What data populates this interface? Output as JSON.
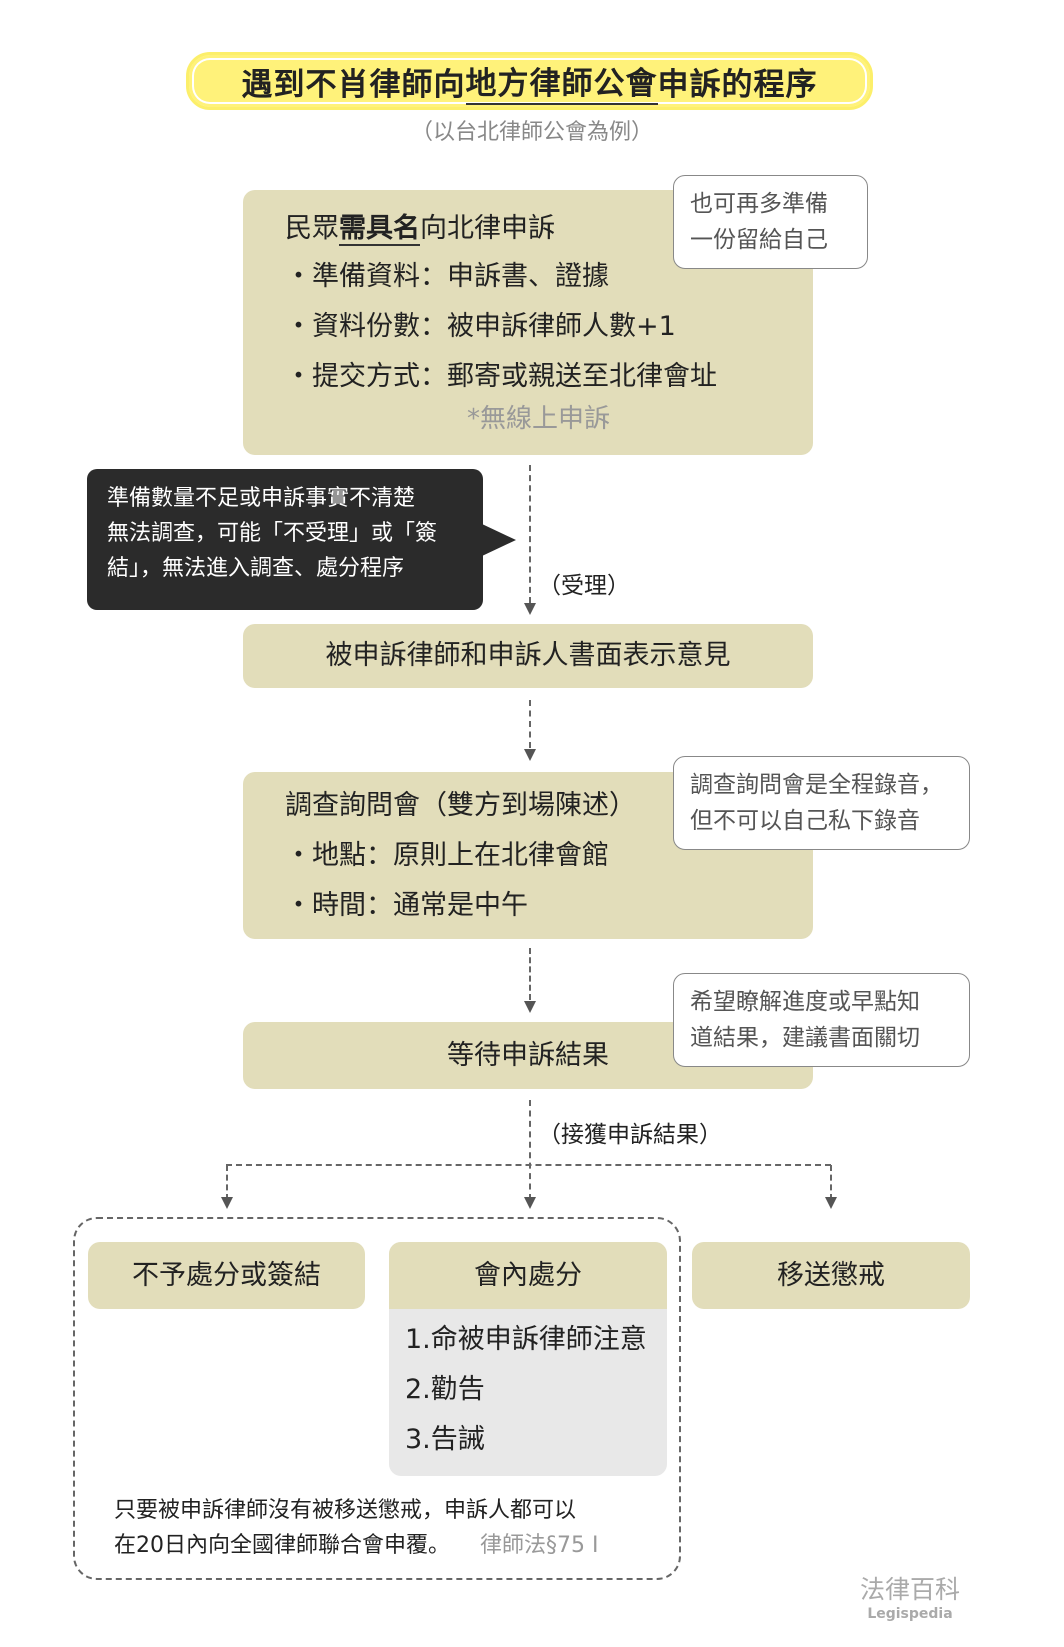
{
  "title": {
    "part1": "遇到不肖律師向",
    "part2": "地方律師公會",
    "part3": "申訴的程序"
  },
  "subtitle": "（以台北律師公會為例）",
  "step1": {
    "lead1": "民眾",
    "lead_emph": "需具名",
    "lead2": "向北律申訴",
    "items": [
      "・準備資料：申訴書、證據",
      "・資料份數：被申訴律師人數+1",
      "・提交方式：郵寄或親送至北律會址"
    ],
    "note": "*無線上申訴"
  },
  "bubble1": [
    "也可再多準備",
    "一份留給自己"
  ],
  "warning": [
    "準備數量不足或申訴事實不清楚",
    "無法調查，可能「不受理」或「簽",
    "結」，無法進入調查、處分程序"
  ],
  "accepted_label": "（受理）",
  "step2": "被申訴律師和申訴人書面表示意見",
  "step3": {
    "title": "調查詢問會（雙方到場陳述）",
    "items": [
      "・地點：原則上在北律會館",
      "・時間：通常是中午"
    ]
  },
  "bubble2": [
    "調查詢問會是全程錄音，",
    "但不可以自己私下錄音"
  ],
  "step4": "等待申訴結果",
  "bubble3": [
    "希望瞭解進度或早點知",
    "道結果，建議書面關切"
  ],
  "result_label": "（接獲申訴結果）",
  "outcomes": [
    {
      "label": "不予處分或簽結"
    },
    {
      "label": "會內處分",
      "items": [
        "1.命被申訴律師注意",
        "2.勸告",
        "3.告誡"
      ]
    },
    {
      "label": "移送懲戒"
    }
  ],
  "footnote": {
    "line1": "只要被申訴律師沒有被移送懲戒，申訴人都可以",
    "line2": "在20日內向全國律師聯合會申覆。",
    "ref": "律師法§75 I"
  },
  "logo": {
    "zh": "法律百科",
    "en": "Legispedia"
  }
}
